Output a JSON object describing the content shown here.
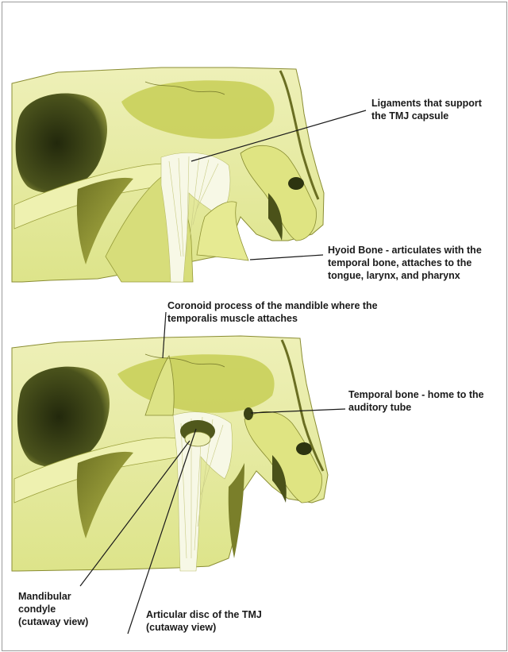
{
  "labels": {
    "ligaments": "Ligaments that support\nthe TMJ capsule",
    "hyoid": "Hyoid Bone - articulates with the\ntemporal bone, attaches to the\ntongue, larynx, and pharynx",
    "coronoid": "Coronoid process of the mandible where the\ntemporalis muscle attaches",
    "temporal": "Temporal bone - home to the\nauditory tube",
    "condyle": "Mandibular\ncondyle\n(cutaway view)",
    "disc": "Articular disc of the TMJ\n(cutaway view)"
  },
  "colors": {
    "bone": "#e4e88f",
    "bone_light": "#f1f3c4",
    "bone_shadow": "#a3a63c",
    "cavity": "#3d4417",
    "ligament": "#f6f7e4",
    "leader": "#1a1a1a"
  }
}
